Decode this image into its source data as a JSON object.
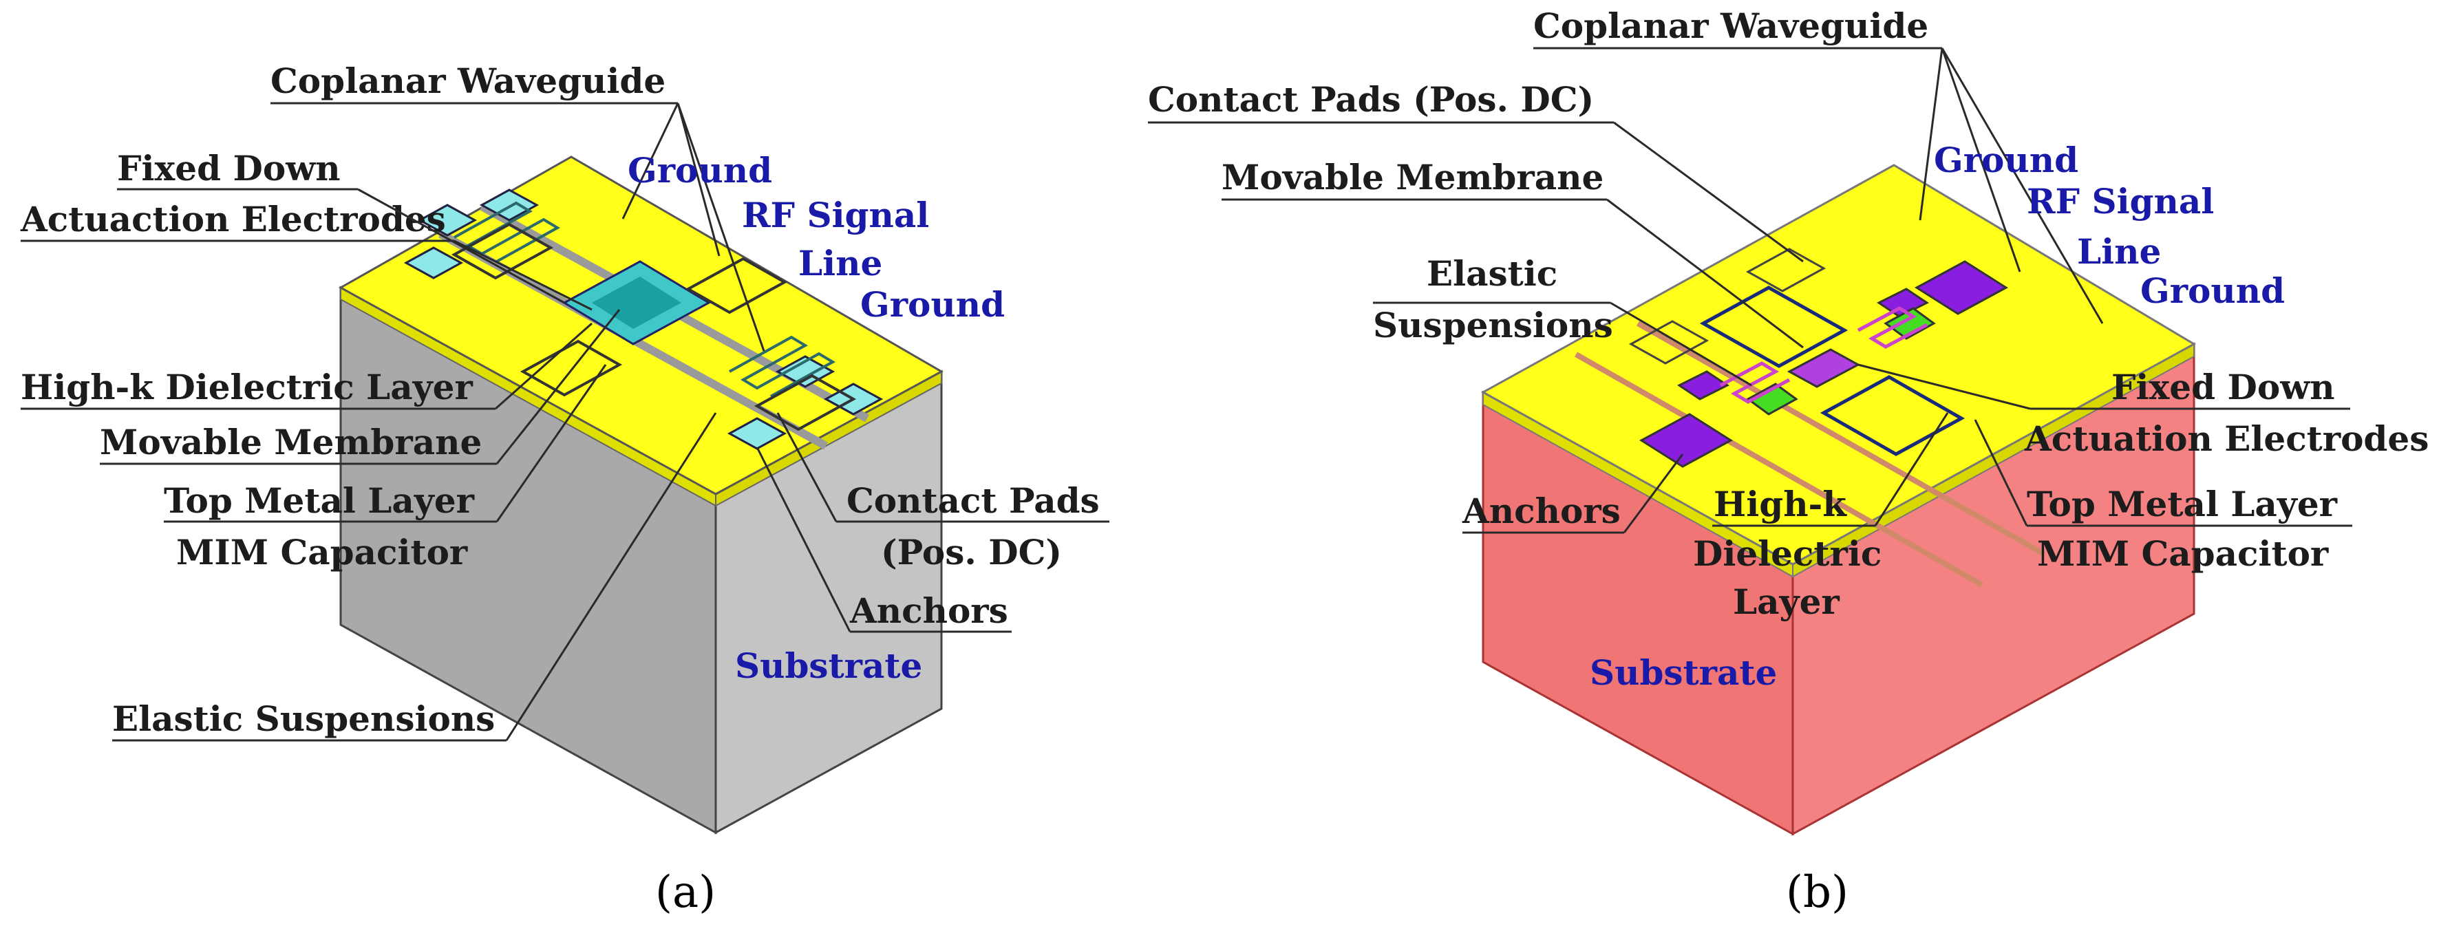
{
  "panel_a": {
    "caption": "(a)",
    "labels": {
      "cpw": "Coplanar Waveguide",
      "fixed_down_1": "Fixed Down",
      "fixed_down_2": "Actuaction Electrodes",
      "ground_top": "Ground",
      "rf_1": "RF Signal",
      "rf_2": "Line",
      "ground_right": "Ground",
      "highk": "High-k Dielectric Layer",
      "membrane": "Movable Membrane",
      "topmetal_1": "Top Metal Layer",
      "topmetal_2": "MIM Capacitor",
      "contact_1": "Contact Pads",
      "contact_2": "(Pos. DC)",
      "anchors": "Anchors",
      "substrate": "Substrate",
      "elastic": "Elastic Suspensions"
    }
  },
  "panel_b": {
    "caption": "(b)",
    "labels": {
      "cpw": "Coplanar Waveguide",
      "contact": "Contact Pads (Pos. DC)",
      "membrane": "Movable Membrane",
      "ground_top": "Ground",
      "rf_1": "RF Signal",
      "rf_2": "Line",
      "ground_right": "Ground",
      "elastic_1": "Elastic",
      "elastic_2": "Suspensions",
      "fixed_down_1": "Fixed Down",
      "fixed_down_2": "Actuation Electrodes",
      "anchors": "Anchors",
      "highk_1": "High-k",
      "highk_2": "Dielectric",
      "highk_3": "Layer",
      "topmetal_1": "Top Metal Layer",
      "topmetal_2": "MIM Capacitor",
      "substrate": "Substrate"
    }
  },
  "colors": {
    "top_metal": "#ffff00",
    "substrate_a": "#b8b8b8",
    "substrate_b": "#f07676",
    "dielectric_a": "#90e8e8",
    "anchor_b": "#8a1ee0",
    "pad_b": "#44dd22",
    "label_blue": "#1a1aa8"
  }
}
